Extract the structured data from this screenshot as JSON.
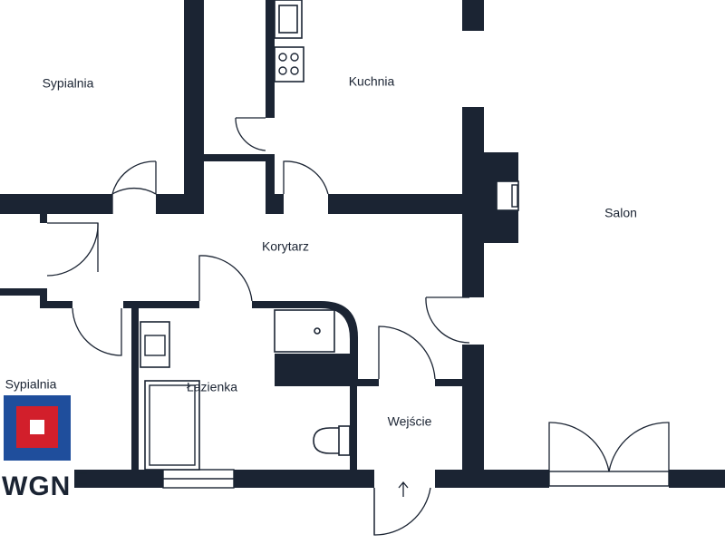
{
  "plan": {
    "rooms": {
      "bedroom_top": "Sypialnia",
      "kitchen": "Kuchnia",
      "living_room": "Salon",
      "corridor": "Korytarz",
      "bedroom_bottom": "Sypialnia",
      "bathroom": "Łazienka",
      "entrance": "Wejście"
    }
  },
  "logo": {
    "text": "WGN",
    "colors": {
      "blue": "#1f4e9c",
      "red": "#d21f2b",
      "white": "#ffffff"
    }
  },
  "colors": {
    "wall": "#1b2433",
    "background": "#ffffff"
  }
}
